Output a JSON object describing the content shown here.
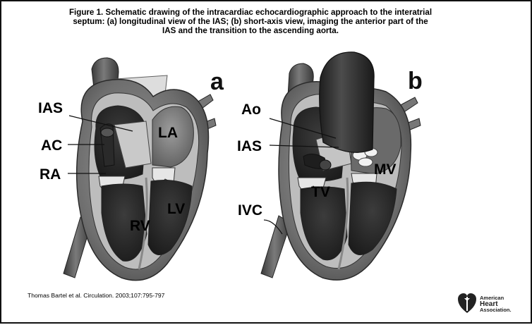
{
  "caption": {
    "line1": "Figure 1. Schematic drawing of the intracardiac echocardiographic approach to the interatrial",
    "line2": "septum: (a) longitudinal view of the IAS; (b) short-axis view, imaging the anterior part of the",
    "line3": "IAS and the transition to the ascending aorta."
  },
  "panel_a": {
    "letter": "a",
    "labels": {
      "ias": "IAS",
      "ac": "AC",
      "ra": "RA",
      "la": "LA",
      "rv": "RV",
      "lv": "LV"
    }
  },
  "panel_b": {
    "letter": "b",
    "labels": {
      "ao": "Ao",
      "ias": "IAS",
      "ivc": "IVC",
      "tv": "TV",
      "mv": "MV"
    }
  },
  "citation": "Thomas Bartel et al. Circulation. 2003;107:795-797",
  "publisher": {
    "line1": "American",
    "line2": "Heart",
    "line3": "Association."
  }
}
